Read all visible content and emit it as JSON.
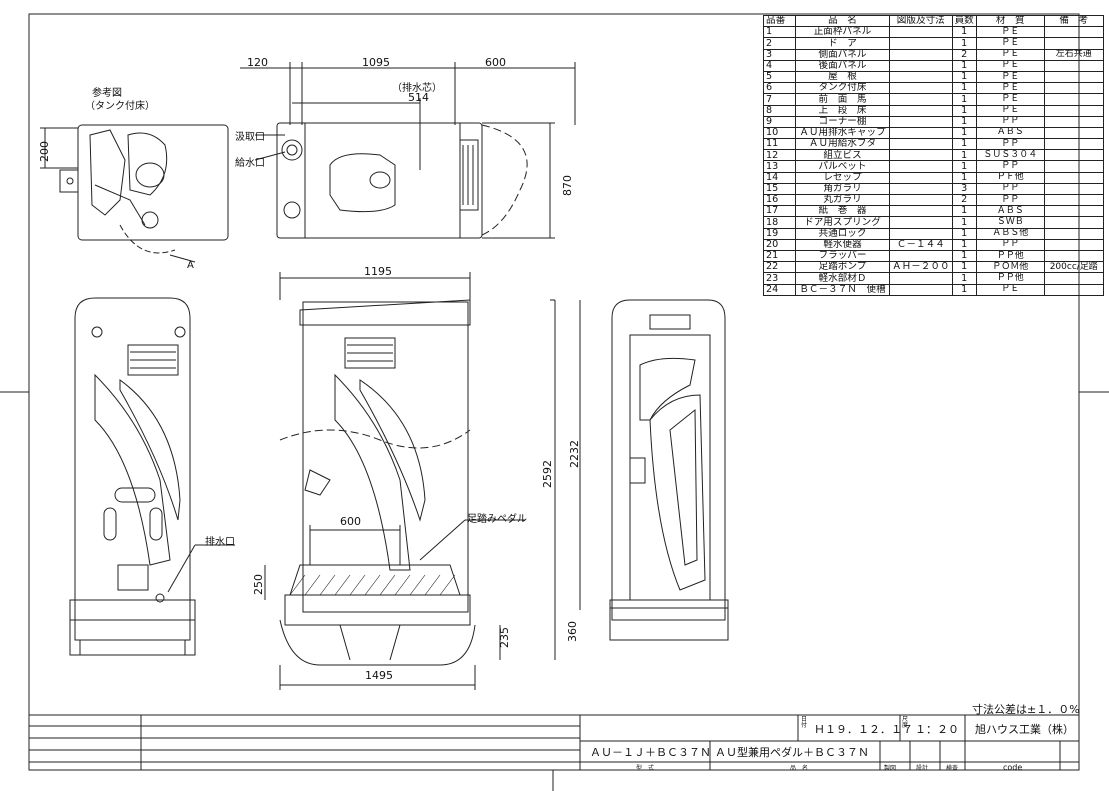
{
  "parts_table": {
    "headers": [
      "品番",
      "品　名",
      "図版及寸法",
      "員数",
      "材　質",
      "備　考"
    ],
    "rows": [
      {
        "no": "1",
        "name": "正面枠パネル",
        "dwg": "",
        "qty": "1",
        "mat": "ＰＥ",
        "note": ""
      },
      {
        "no": "2",
        "name": "ド　ア",
        "dwg": "",
        "qty": "1",
        "mat": "ＰＥ",
        "note": ""
      },
      {
        "no": "3",
        "name": "側面パネル",
        "dwg": "",
        "qty": "2",
        "mat": "ＰＥ",
        "note": "左右共通"
      },
      {
        "no": "4",
        "name": "後面パネル",
        "dwg": "",
        "qty": "1",
        "mat": "ＰＥ",
        "note": ""
      },
      {
        "no": "5",
        "name": "屋　根",
        "dwg": "",
        "qty": "1",
        "mat": "ＰＥ",
        "note": ""
      },
      {
        "no": "6",
        "name": "タンク付床",
        "dwg": "",
        "qty": "1",
        "mat": "ＰＥ",
        "note": ""
      },
      {
        "no": "7",
        "name": "前　面　馬",
        "dwg": "",
        "qty": "1",
        "mat": "ＰＥ",
        "note": ""
      },
      {
        "no": "8",
        "name": "上　段　床",
        "dwg": "",
        "qty": "1",
        "mat": "ＰＥ",
        "note": ""
      },
      {
        "no": "9",
        "name": "コーナー棚",
        "dwg": "",
        "qty": "1",
        "mat": "ＰＰ",
        "note": ""
      },
      {
        "no": "10",
        "name": "ＡＵ用排水キャップ",
        "dwg": "",
        "qty": "1",
        "mat": "ＡＢＳ",
        "note": ""
      },
      {
        "no": "11",
        "name": "ＡＵ用給水フタ",
        "dwg": "",
        "qty": "1",
        "mat": "ＰＰ",
        "note": ""
      },
      {
        "no": "12",
        "name": "組立ビス",
        "dwg": "",
        "qty": "1",
        "mat": "ＳＵＳ３０４",
        "note": ""
      },
      {
        "no": "13",
        "name": "パルベット",
        "dwg": "",
        "qty": "1",
        "mat": "ＰＰ",
        "note": ""
      },
      {
        "no": "14",
        "name": "レセップ",
        "dwg": "",
        "qty": "1",
        "mat": "ＰＦ他",
        "note": ""
      },
      {
        "no": "15",
        "name": "角ガラリ",
        "dwg": "",
        "qty": "3",
        "mat": "ＰＰ",
        "note": ""
      },
      {
        "no": "16",
        "name": "丸ガラリ",
        "dwg": "",
        "qty": "2",
        "mat": "ＰＰ",
        "note": ""
      },
      {
        "no": "17",
        "name": "紙　巻　器",
        "dwg": "",
        "qty": "1",
        "mat": "ＡＢＳ",
        "note": ""
      },
      {
        "no": "18",
        "name": "ドア用スプリング",
        "dwg": "",
        "qty": "1",
        "mat": "ＳＷＢ",
        "note": ""
      },
      {
        "no": "19",
        "name": "共通ロック",
        "dwg": "",
        "qty": "1",
        "mat": "ＡＢＳ他",
        "note": ""
      },
      {
        "no": "20",
        "name": "軽水便器",
        "dwg": "Ｃ－１４４",
        "qty": "1",
        "mat": "ＰＰ",
        "note": ""
      },
      {
        "no": "21",
        "name": "フラッパー",
        "dwg": "",
        "qty": "1",
        "mat": "ＰＰ他",
        "note": ""
      },
      {
        "no": "22",
        "name": "足踏ポンプ",
        "dwg": "ＡＨ－２００",
        "qty": "1",
        "mat": "ＰＯＭ他",
        "note": "200cc/足踏"
      },
      {
        "no": "23",
        "name": "軽水部材Ｄ",
        "dwg": "",
        "qty": "1",
        "mat": "ＰＰ他",
        "note": ""
      },
      {
        "no": "24",
        "name": "ＢＣ－３７Ｎ　便槽",
        "dwg": "",
        "qty": "1",
        "mat": "ＰＥ",
        "note": ""
      }
    ]
  },
  "labels": {
    "ref_title": "参考図",
    "ref_sub": "（タンク付床）",
    "intake": "汲取口",
    "supply": "給水口",
    "drain_center": "（排水芯）",
    "drain": "排水口",
    "pedal": "足踏みペダル",
    "section": "A",
    "tolerance": "寸法公差は±１．０%"
  },
  "dimensions": {
    "d120": "120",
    "d1095": "1095",
    "d600a": "600",
    "d514": "514",
    "d200": "200",
    "d870": "870",
    "d1195": "1195",
    "d2232": "2232",
    "d2592": "2592",
    "d600b": "600",
    "d250": "250",
    "d235": "235",
    "d360": "360",
    "d1495": "1495"
  },
  "title_block": {
    "date_label": "日付",
    "date": "Ｈ１９．１２．１７",
    "scale_label": "尺度",
    "scale": "１：２０",
    "company": "旭ハウス工業（株）",
    "model": "ＡＵ－１Ｊ＋ＢＣ３７Ｎ",
    "name": "ＡＵ型兼用ペダル＋ＢＣ３７Ｎ",
    "h_model": "型　式",
    "h_name": "品　名",
    "h_draw": "製図",
    "h_design": "設計",
    "h_check": "検査",
    "h_code": "code"
  }
}
